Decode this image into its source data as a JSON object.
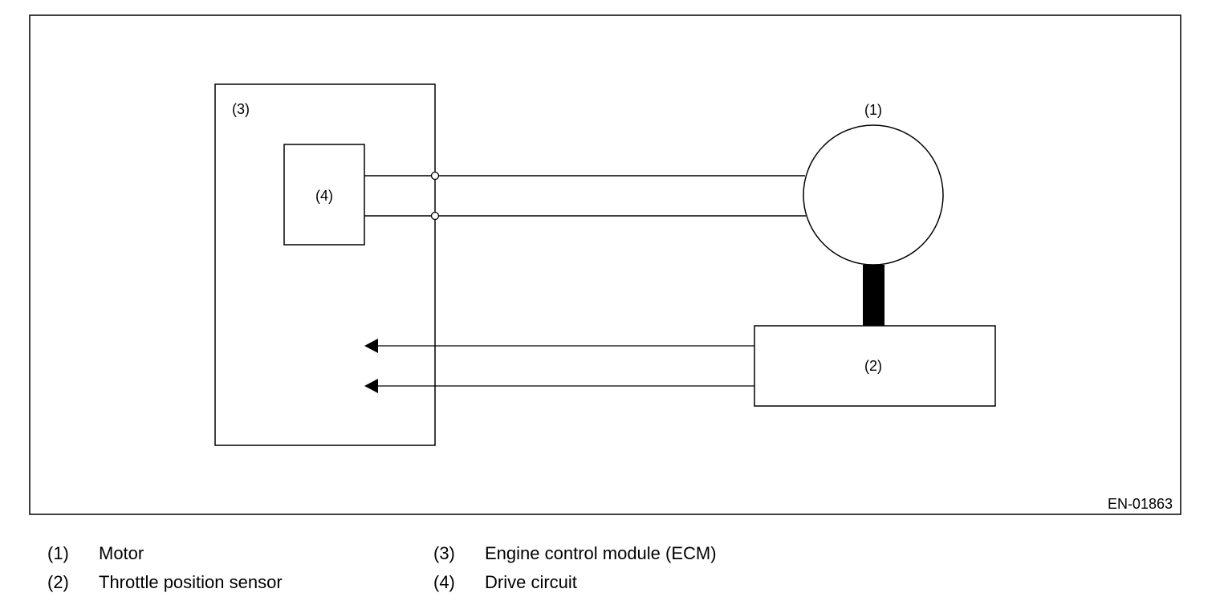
{
  "diagram": {
    "figure_id": "EN-01863",
    "callouts": {
      "motor": "(1)",
      "throttle_position_sensor": "(2)",
      "ecm": "(3)",
      "drive_circuit": "(4)"
    }
  },
  "legend": {
    "items": [
      {
        "num": "(1)",
        "label": "Motor"
      },
      {
        "num": "(2)",
        "label": "Throttle position sensor"
      },
      {
        "num": "(3)",
        "label": "Engine control module (ECM)"
      },
      {
        "num": "(4)",
        "label": "Drive circuit"
      }
    ]
  },
  "colors": {
    "line": "#000000",
    "background": "#ffffff"
  }
}
